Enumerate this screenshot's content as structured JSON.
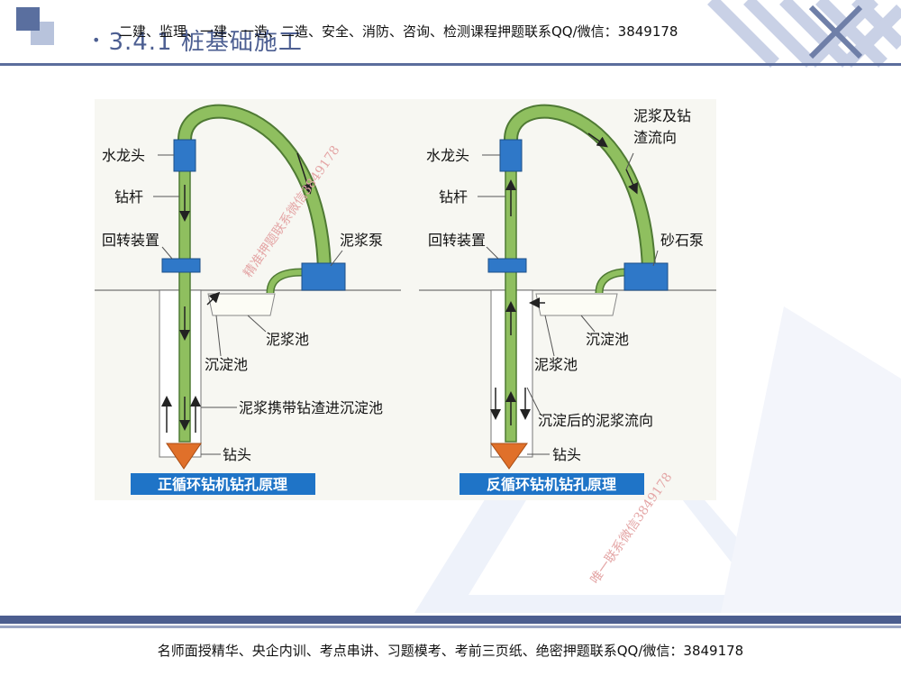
{
  "slide": {
    "bullet": "•",
    "title": "3.4.1 桩基础施工",
    "header_ad": "二建、监理、一建、一造、二造、安全、消防、咨询、检测课程押题联系QQ/微信：3849178",
    "footer_ad": "名师面授精华、央企内训、考点串讲、习题模考、考前三页纸、绝密押题联系QQ/微信：3849178",
    "watermark_1": "精准押题联系微信3849178",
    "watermark_2": "唯一联系微信3849178",
    "accent_color": "#4c5e8f"
  },
  "figure": {
    "left": {
      "label_faucet": "水龙头",
      "label_rod": "钻杆",
      "label_rotary": "回转装置",
      "label_pump": "泥浆泵",
      "label_mud_pool": "泥浆池",
      "label_settling_pool": "沉淀池",
      "label_flow": "泥浆携带钻渣进沉淀池",
      "label_bit": "钻头",
      "caption": "正循环钻机钻孔原理"
    },
    "right": {
      "label_faucet": "水龙头",
      "label_rod": "钻杆",
      "label_rotary": "回转装置",
      "label_pump": "砂石泵",
      "label_flow_top_line1": "泥浆及钻",
      "label_flow_top_line2": "渣流向",
      "label_settling_pool": "沉淀池",
      "label_mud_pool": "泥浆池",
      "label_flow": "沉淀后的泥浆流向",
      "label_bit": "钻头",
      "caption": "反循环钻机钻孔原理"
    },
    "colors": {
      "pipe": "#8fbf5f",
      "pipe_edge": "#4f7a34",
      "device": "#2f78c8",
      "caption_bg": "#1f74c7",
      "bit": "#e0702a"
    }
  }
}
